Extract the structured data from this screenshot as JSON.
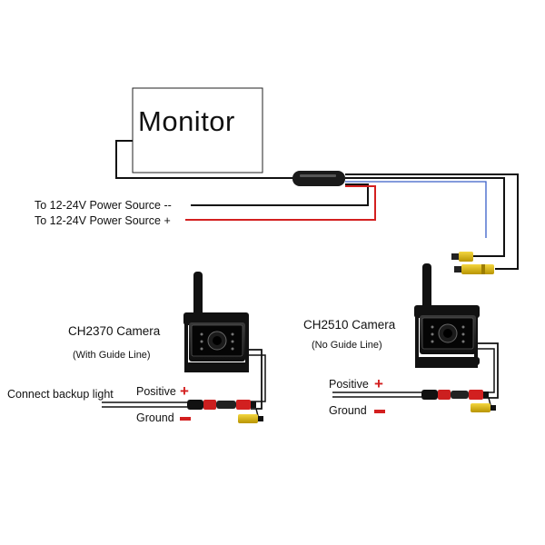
{
  "monitor": {
    "label": "Monitor"
  },
  "power": {
    "negative_label": "To 12-24V Power Source --",
    "positive_label": "To 12-24V Power Source +"
  },
  "cameras": [
    {
      "model": "CH2370 Camera",
      "note": "(With Guide Line)"
    },
    {
      "model": "CH2510 Camera",
      "note": "(No Guide Line)"
    }
  ],
  "backup_light_label": "Connect backup light",
  "wire_labels": {
    "positive": "Positive",
    "ground": "Ground"
  },
  "symbols": {
    "plus": "+"
  },
  "colors": {
    "positive_wire": "#d32020",
    "ground_wire": "#111111",
    "signal_wire": "#3a5fc8",
    "rca_connector": "#e3b800",
    "symbol_red": "#d31f1f"
  }
}
